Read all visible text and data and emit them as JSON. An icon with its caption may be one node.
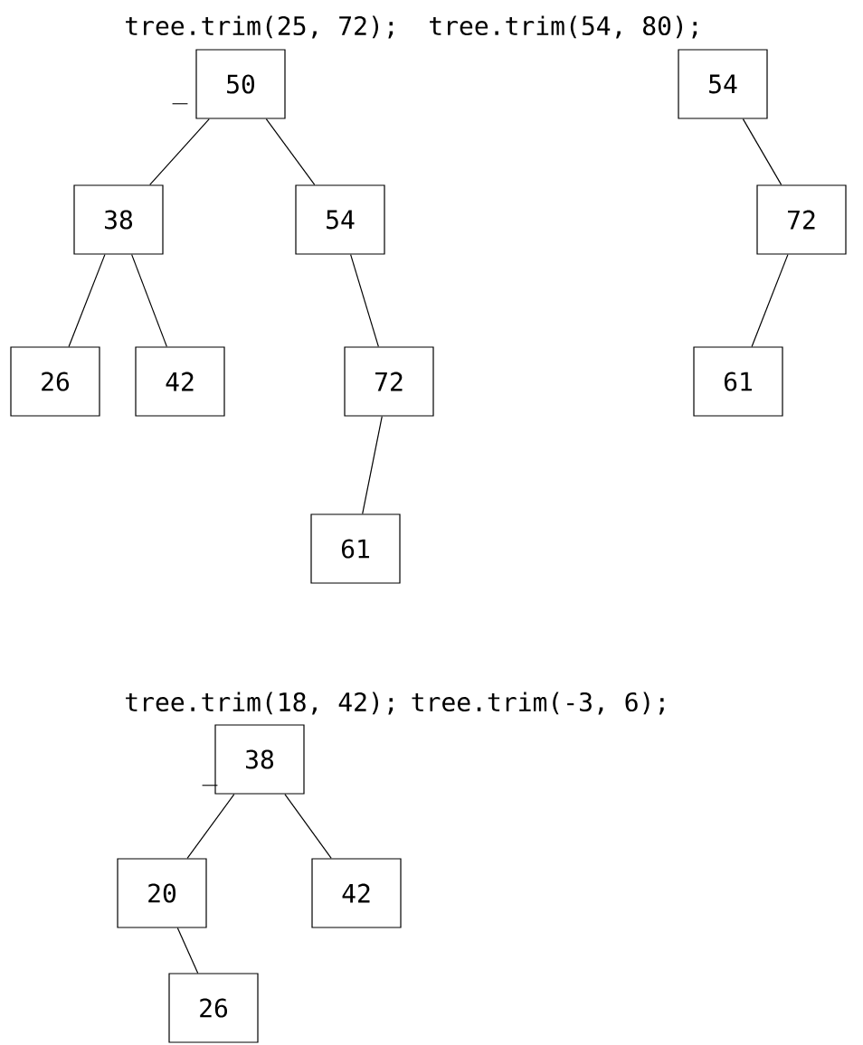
{
  "diagram": {
    "nodes": [
      {
        "text": [
          "50"
        ]
      },
      {
        "text": [
          "38"
        ]
      },
      {
        "text": [
          "54"
        ]
      },
      {
        "text": [
          "26"
        ]
      },
      {
        "text": [
          "42"
        ]
      },
      {
        "text": [
          "72"
        ]
      },
      {
        "text": [
          "61"
        ]
      },
      {
        "text": [
          "54"
        ]
      },
      {
        "text": [
          "72"
        ]
      },
      {
        "text": [
          "61"
        ]
      },
      {
        "text": [
          "38"
        ]
      },
      {
        "text": [
          "20"
        ]
      },
      {
        "text": [
          "42"
        ]
      },
      {
        "text": [
          "26"
        ]
      }
    ],
    "edges": [
      {
        "from": 0,
        "to": 1,
        "arrow": "none"
      },
      {
        "from": 0,
        "to": 2,
        "arrow": "none"
      },
      {
        "from": 1,
        "to": 3,
        "arrow": "none"
      },
      {
        "from": 1,
        "to": 4,
        "arrow": "none"
      },
      {
        "from": 2,
        "to": 5,
        "arrow": "none"
      },
      {
        "from": 5,
        "to": 6,
        "arrow": "none"
      },
      {
        "from": 7,
        "to": 8,
        "arrow": "none"
      },
      {
        "from": 8,
        "to": 9,
        "arrow": "none"
      },
      {
        "from": 10,
        "to": 11,
        "arrow": "none"
      },
      {
        "from": 10,
        "to": 12,
        "arrow": "none"
      },
      {
        "from": 11,
        "to": 13,
        "arrow": "none"
      }
    ],
    "labels": [
      "tree.trim(25, 72);",
      "tree.trim(54, 80);",
      "_",
      "tree.trim(18, 42);",
      "tree.trim(-3, 6);",
      "_"
    ]
  }
}
